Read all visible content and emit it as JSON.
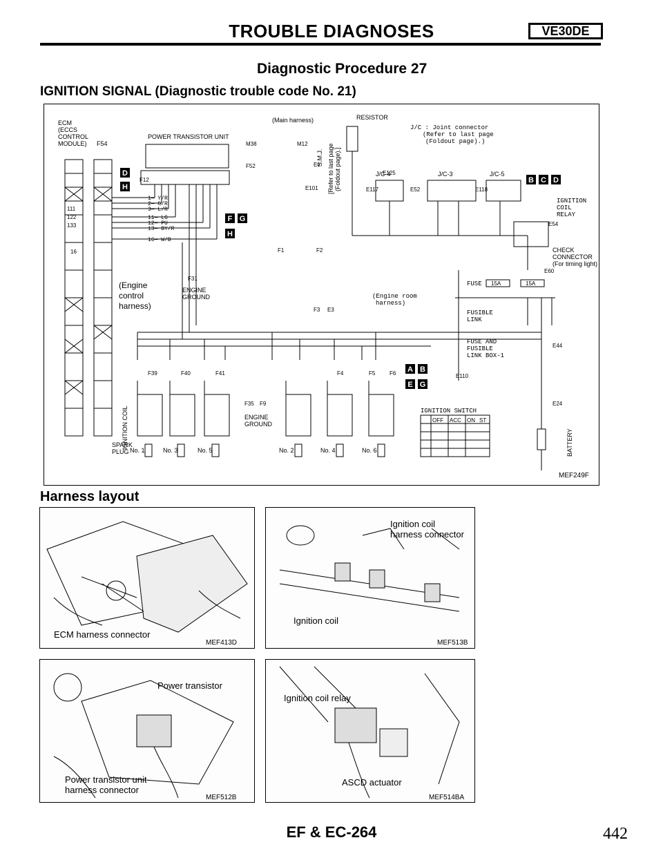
{
  "header": {
    "title": "TROUBLE DIAGNOSES",
    "badge": "VE30DE"
  },
  "procedure_title": "Diagnostic Procedure 27",
  "section_title": "IGNITION SIGNAL (Diagnostic trouble code No. 21)",
  "diagram": {
    "ecm_label": [
      "ECM",
      "(ECCS",
      "CONTROL",
      "MODULE)"
    ],
    "ecm_connector": "F54",
    "power_transistor_label": "POWER TRANSISTOR UNIT",
    "main_harness": "(Main harness)",
    "resistor": "RESISTOR",
    "jc_note": [
      "J/C : Joint connector",
      "(Refer to last page",
      "(Foldout page).)"
    ],
    "jc_labels": [
      "J/C-4",
      "J/C-3",
      "J/C-5"
    ],
    "engine_control_harness": [
      "(Engine",
      "control",
      "harness)"
    ],
    "engine_ground": [
      "ENGINE",
      "GROUND"
    ],
    "engine_room_harness": [
      "(Engine room",
      "harness)"
    ],
    "ignition_coil_relay": [
      "IGNITION",
      "COIL",
      "RELAY"
    ],
    "check_connector": [
      "CHECK",
      "CONNECTOR",
      "(For timing light)"
    ],
    "fuse": "FUSE",
    "fuse_ratings": [
      "15A",
      "15A"
    ],
    "fusible_link": [
      "FUSIBLE",
      "LINK"
    ],
    "fuse_box": [
      "FUSE AND",
      "FUSIBLE",
      "LINK BOX-1"
    ],
    "ignition_switch": "IGNITION SWITCH",
    "ignition_switch_headers": [
      "OFF",
      "ACC",
      "ON",
      "ST"
    ],
    "ignition_coil_vertical": "IGNITION COIL",
    "spark_plug": [
      "SPARK",
      "PLUG"
    ],
    "plugs_bottom_left": [
      "No. 1",
      "No. 3",
      "No. 5"
    ],
    "plugs_bottom_right": [
      "No. 2",
      "No. 4",
      "No. 6"
    ],
    "battery": "BATTERY",
    "refer_note": [
      "[Refer to last page",
      "(Foldout page).]"
    ],
    "smj": "S.M.J.",
    "wire_labels": [
      "1— Y/R",
      "2— G/R",
      "3— L/R",
      "11— LG",
      "12— PU",
      "13— BY/R",
      "16— W/B"
    ],
    "connector_codes": [
      "F12",
      "F31",
      "F1",
      "F2",
      "F3",
      "F39",
      "F40",
      "F41",
      "F35",
      "F9",
      "F4",
      "F5",
      "F6",
      "E1",
      "E3",
      "E101",
      "E117",
      "E52",
      "E118",
      "E125",
      "E24",
      "E44",
      "E110",
      "E54",
      "E60",
      "M12",
      "M38",
      "F52"
    ],
    "ecm_pins": [
      "111",
      "122",
      "133",
      "16"
    ],
    "badges": {
      "d": "D",
      "h": "H",
      "f": "F",
      "g": "G",
      "a": "A",
      "b": "B",
      "e": "E",
      "c": "C"
    },
    "ref_code": "MEF249F"
  },
  "harness_title": "Harness layout",
  "photos": [
    {
      "caption": "ECM harness connector",
      "code": "MEF413D"
    },
    {
      "caption_lines": [
        "Ignition coil",
        "harness connector"
      ],
      "caption2": "Ignition coil",
      "code": "MEF513B"
    },
    {
      "caption": "Power transistor",
      "caption_lines": [
        "Power transistor unit",
        "harness connector"
      ],
      "code": "MEF512B"
    },
    {
      "caption": "Ignition coil relay",
      "caption2": "ASCD actuator",
      "code": "MEF514BA"
    }
  ],
  "footer": {
    "text": "EF & EC-264",
    "page": "442"
  }
}
